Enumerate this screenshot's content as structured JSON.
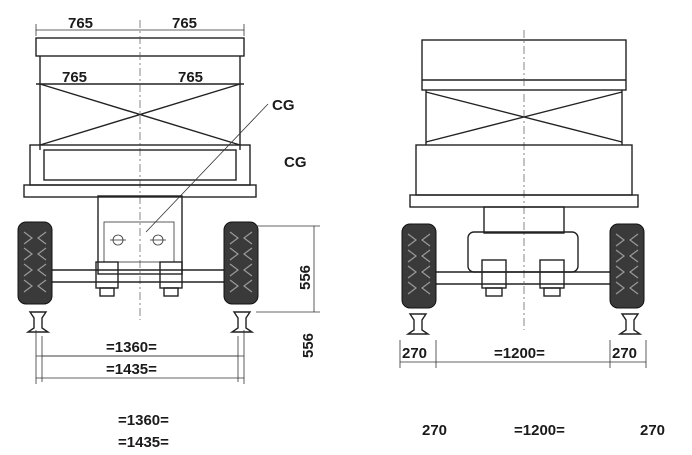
{
  "left_view": {
    "top_dims": [
      "765",
      "765"
    ],
    "inner_dims": [
      "765",
      "765"
    ],
    "cg_label": "CG",
    "height_dim": "556",
    "inner_gauge": "=1360=",
    "track_gauge": "=1435="
  },
  "right_view": {
    "left_offset": "270",
    "center_gauge": "=1200=",
    "right_offset": "270"
  },
  "floating_labels": {
    "cg": "CG",
    "height": "556",
    "inner_gauge": "=1360=",
    "track_gauge": "=1435=",
    "offset_left": "270",
    "center_gauge": "=1200=",
    "offset_right": "270"
  }
}
